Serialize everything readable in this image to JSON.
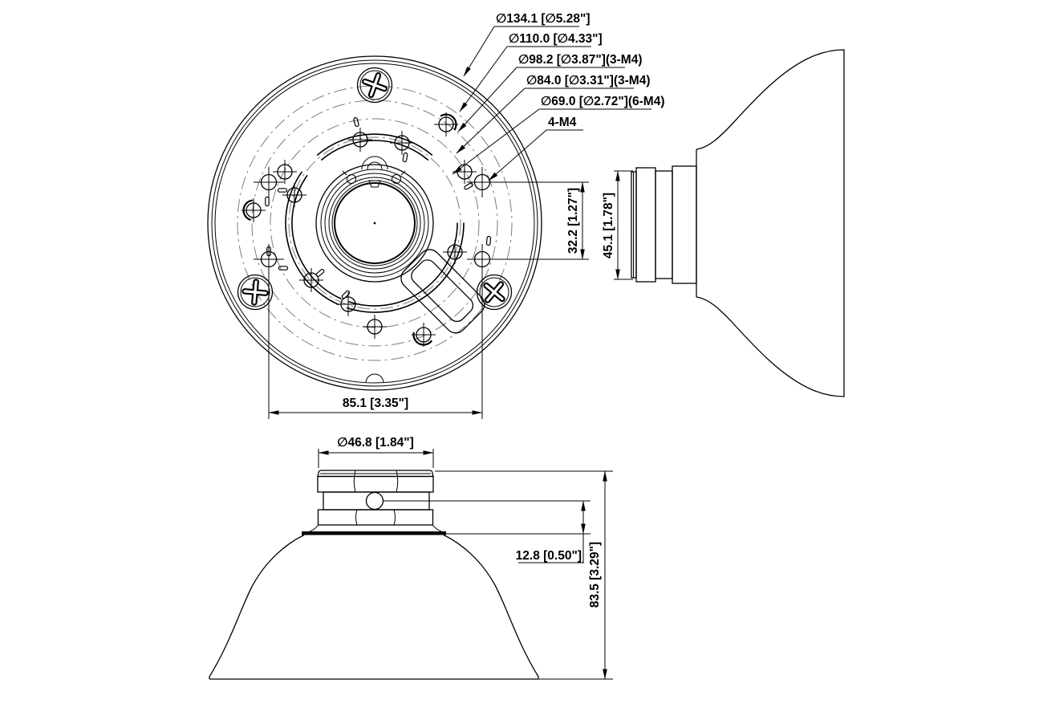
{
  "views": {
    "front": {
      "labels": {
        "d134": "∅134.1 [∅5.28\"]",
        "d110": "∅110.0 [∅4.33\"]",
        "d98": "∅98.2 [∅3.87\"](3-M4)",
        "d84": "∅84.0 [∅3.31\"](3-M4)",
        "d69": "∅69.0 [∅2.72\"](6-M4)",
        "m4": "4-M4",
        "spacing_v": "32.2 [1.27\"]",
        "spacing_h": "85.1 [3.35\"]"
      }
    },
    "side": {
      "labels": {
        "height": "45.1 [1.78\"]"
      }
    },
    "bottom": {
      "labels": {
        "neck_diameter": "∅46.8 [1.84\"]",
        "hole_offset": "12.8 [0.50\"]",
        "height": "83.5 [3.29\"]"
      }
    }
  },
  "colors": {
    "line": "#000000",
    "centerline": "#7d7d7d",
    "background": "#ffffff"
  }
}
